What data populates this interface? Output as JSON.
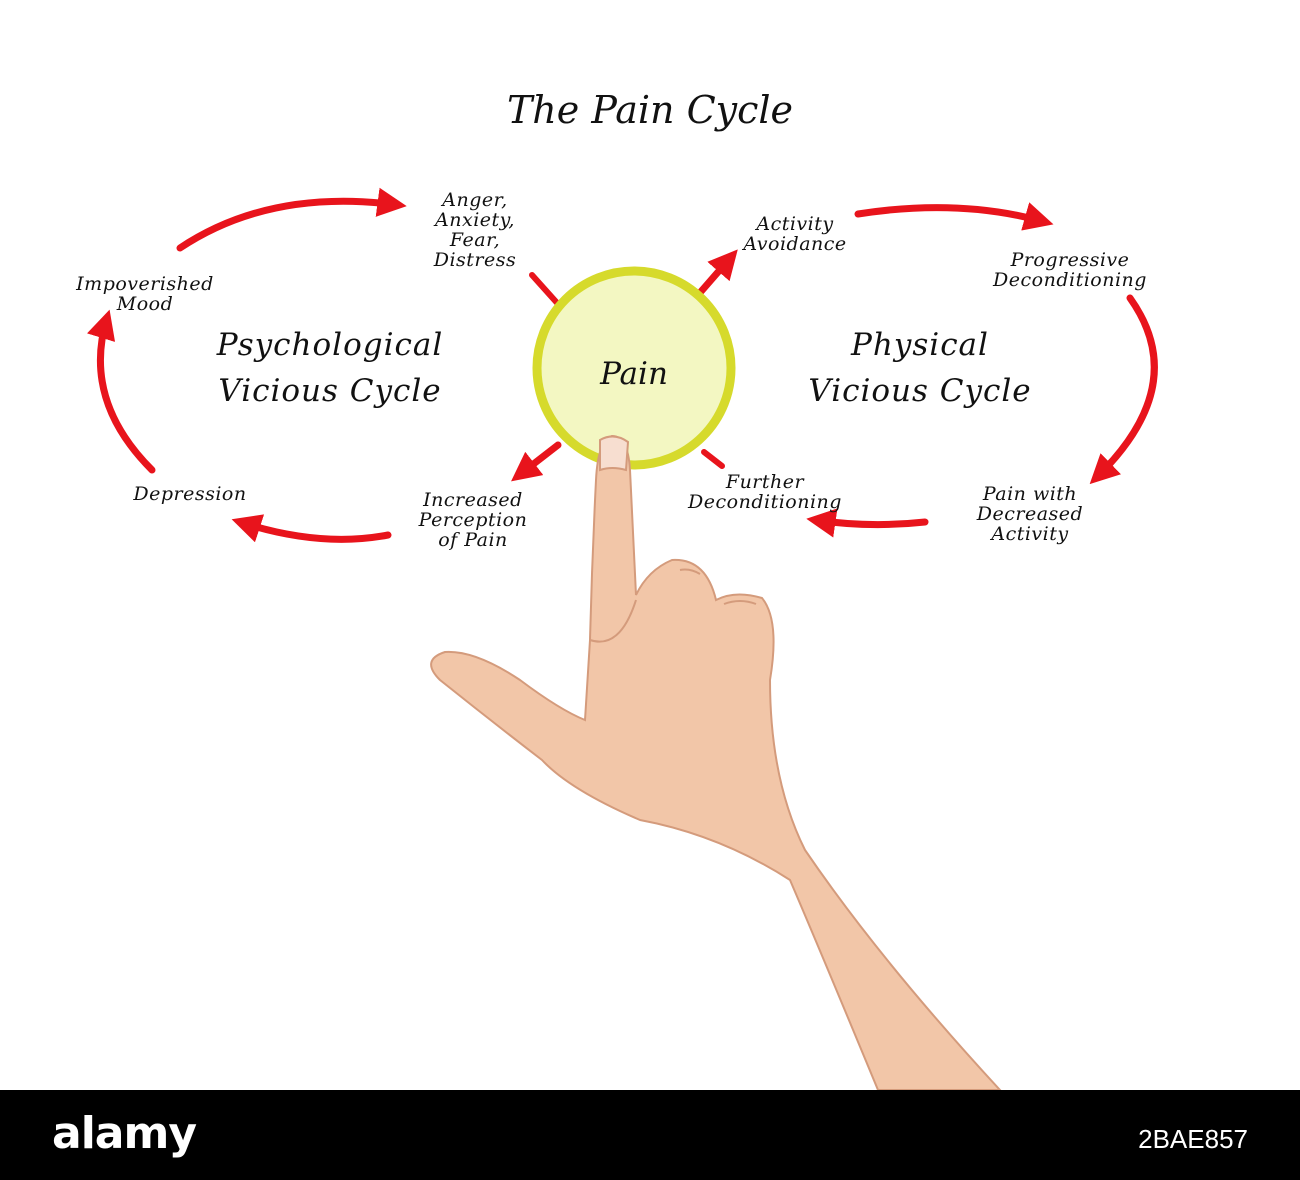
{
  "diagram": {
    "title": "The Pain Cycle",
    "center": "Pain",
    "left_cycle": {
      "line1": "Psychological",
      "line2": "Vicious Cycle"
    },
    "right_cycle": {
      "line1": "Physical",
      "line2": "Vicious Cycle"
    },
    "nodes": {
      "anger": [
        "Anger,",
        "Anxiety,",
        "Fear,",
        "Distress"
      ],
      "impoverished": [
        "Impoverished",
        "Mood"
      ],
      "depression": [
        "Depression"
      ],
      "increased_perception": [
        "Increased",
        "Perception",
        "of Pain"
      ],
      "activity_avoidance": [
        "Activity",
        "Avoidance"
      ],
      "progressive": [
        "Progressive",
        "Deconditioning"
      ],
      "pain_decreased": [
        "Pain with",
        "Decreased",
        "Activity"
      ],
      "further": [
        "Further",
        "Deconditioning"
      ]
    },
    "colors": {
      "arrow": "#e8141c",
      "circle_fill": "#f3f7c2",
      "circle_stroke": "#d6da2c",
      "skin": "#f2c6a8"
    }
  },
  "watermark": {
    "brand": "alamy",
    "image_ref": "2BAE857"
  }
}
